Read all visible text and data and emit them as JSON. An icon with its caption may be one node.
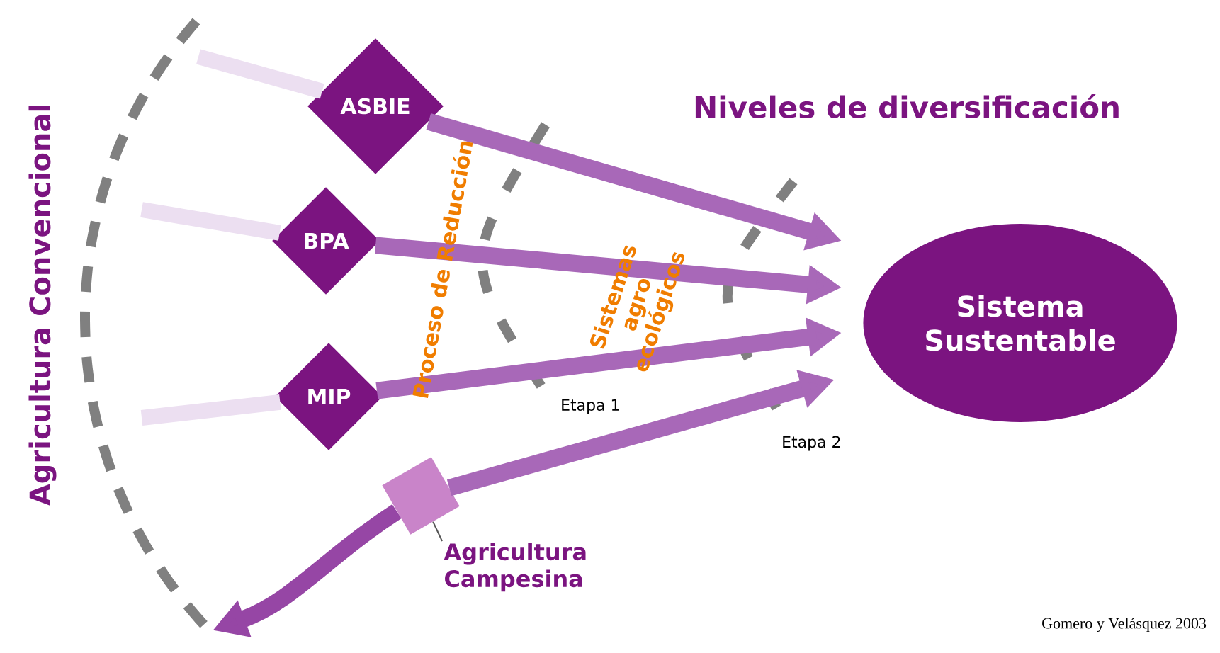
{
  "diagram": {
    "title": "Niveles de diversificación",
    "nodes": [
      {
        "text": [
          "ASBIE"
        ]
      },
      {
        "text": [
          "BPA"
        ]
      },
      {
        "text": [
          "MIP"
        ]
      },
      {
        "text": [
          "Sistema Sustentable"
        ]
      },
      {
        "text": [],
        "shape": "box"
      },
      {
        "text": [
          "Agricultura Campesina"
        ]
      }
    ],
    "edges": [
      {
        "from": null,
        "to": 0,
        "arrow": "none",
        "color": "#ecdff1"
      },
      {
        "from": 0,
        "to": 3,
        "arrow": "to"
      },
      {
        "from": null,
        "to": 1,
        "arrow": "none",
        "color": "#ecdff1"
      },
      {
        "from": 1,
        "to": 3,
        "arrow": "to"
      },
      {
        "from": null,
        "to": 2,
        "arrow": "none",
        "color": "#ecdff1"
      },
      {
        "from": 2,
        "to": 3,
        "arrow": "to"
      },
      {
        "from": 4,
        "to": 3,
        "arrow": "to"
      },
      {
        "from": 4,
        "to": null,
        "arrow": "to"
      },
      {
        "from": 5,
        "to": 4,
        "arrow": "none",
        "color": "#555555"
      }
    ],
    "labels": [
      "Agricultura Convencional",
      "Proceso de Reducción",
      "Sistemas agro ecológicos",
      "Etapa 1",
      "Etapa 2",
      "Gomero y Velásquez 2003"
    ]
  }
}
